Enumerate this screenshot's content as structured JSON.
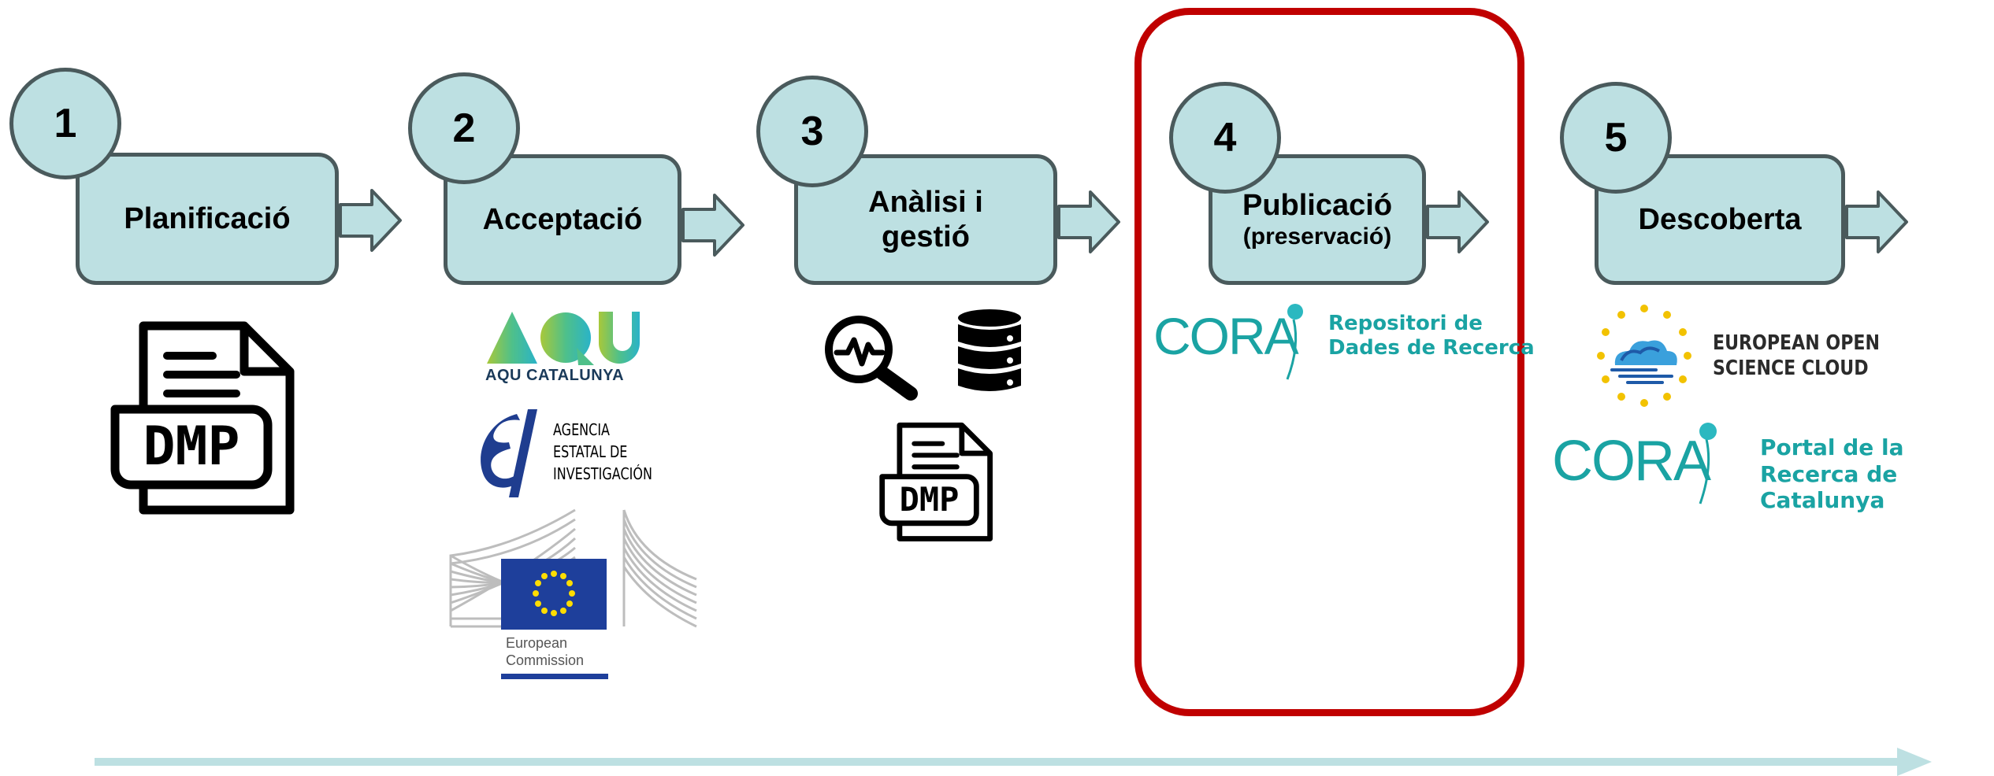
{
  "steps": [
    {
      "number": "1",
      "label": "Planificació",
      "sublabel": ""
    },
    {
      "number": "2",
      "label": "Acceptació",
      "sublabel": ""
    },
    {
      "number": "3",
      "label": "Anàlisi i gestió",
      "sublabel": ""
    },
    {
      "number": "4",
      "label": "Publicació",
      "sublabel": "(preservació)"
    },
    {
      "number": "5",
      "label": "Descoberta",
      "sublabel": ""
    }
  ],
  "icons": {
    "dmp_text": "DMP",
    "step1_icon": "dmp-document-icon",
    "step3_icons": [
      "analysis-magnifier-icon",
      "database-icon",
      "dmp-document-icon"
    ]
  },
  "logos": {
    "aqu": {
      "label": "AQU CATALUNYA"
    },
    "aei": {
      "line1": "AGENCIA",
      "line2": "ESTATAL DE",
      "line3": "INVESTIGACIÓN"
    },
    "ec": {
      "line1": "European",
      "line2": "Commission"
    },
    "cora_repositori": {
      "word": "CORA",
      "line1": "Repositori de",
      "line2": "Dades de Recerca"
    },
    "eosc": {
      "line1": "EUROPEAN OPEN",
      "line2": "SCIENCE CLOUD"
    },
    "cora_portal": {
      "word": "CORA",
      "line1": "Portal de la",
      "line2": "Recerca de Catalunya"
    }
  },
  "colors": {
    "box_fill": "#bde0e2",
    "box_border": "#4a5a5c",
    "highlight": "#c00000",
    "timeline": "#bde0e2",
    "cora_teal": "#1aa3a3"
  }
}
